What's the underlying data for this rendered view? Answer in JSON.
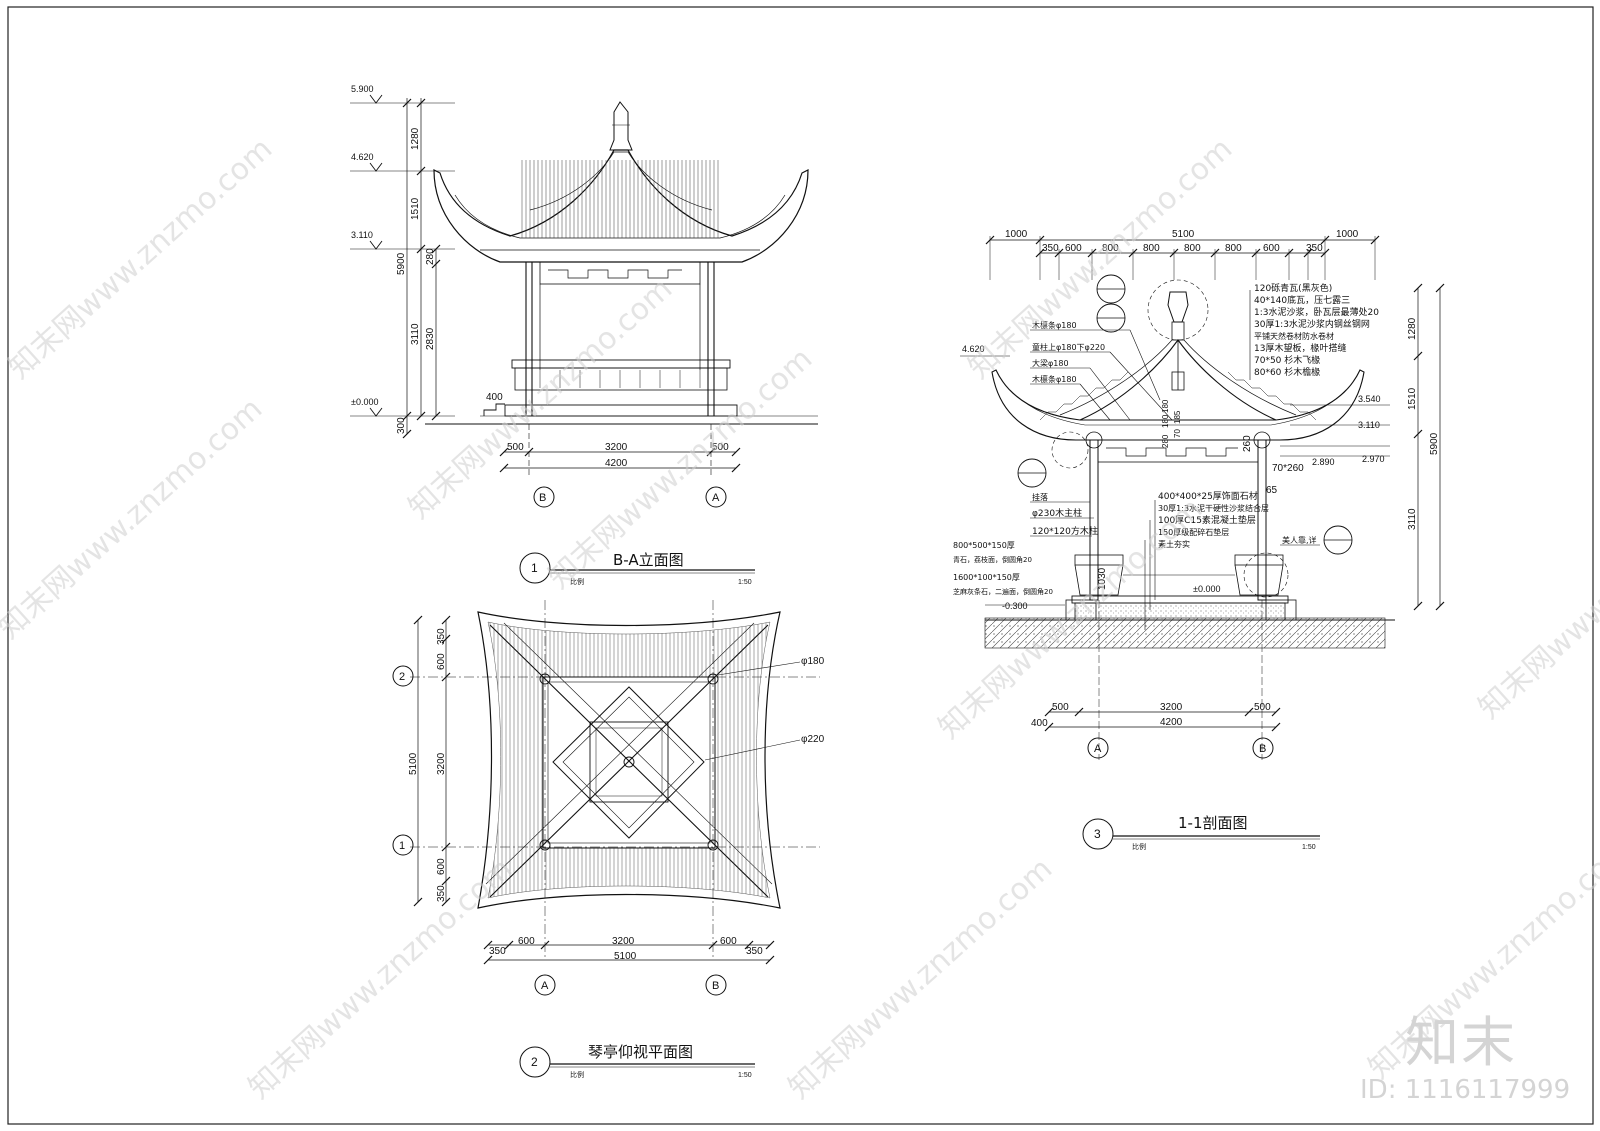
{
  "drawing": {
    "elevation": {
      "number": "1",
      "title": "B-A立面图",
      "scale_label": "比例",
      "scale": "1:50",
      "levels": [
        "5.900",
        "4.620",
        "3.110",
        "±0.000"
      ],
      "vertical_dims": [
        "1280",
        "1510",
        "5900",
        "280",
        "3110",
        "2830",
        "300"
      ],
      "step_dim": "400",
      "horizontal_dims": [
        "500",
        "3200",
        "500",
        "4200"
      ],
      "axes": [
        "B",
        "A"
      ]
    },
    "plan": {
      "number": "2",
      "title": "琴亭仰视平面图",
      "scale_label": "比例",
      "scale": "1:50",
      "axes_left": [
        "2",
        "1"
      ],
      "vertical_dims": [
        "350",
        "600",
        "5100",
        "3200",
        "600",
        "350"
      ],
      "callouts": [
        "φ180",
        "φ220"
      ],
      "horizontal_dims": [
        "350",
        "600",
        "3200",
        "600",
        "350",
        "5100"
      ],
      "axes_bottom": [
        "A",
        "B"
      ]
    },
    "section": {
      "number": "3",
      "title": "1-1剖面图",
      "scale_label": "比例",
      "scale": "1:50",
      "top_dims": [
        "1000",
        "5100",
        "1000",
        "350",
        "600",
        "800",
        "800",
        "800",
        "800",
        "600",
        "350"
      ],
      "roof_notes": [
        "120砾青瓦(黑灰色)",
        "40*140底瓦，压七露三",
        "1:3水泥沙浆，卧瓦层最薄处20",
        "30厚1:3水泥沙浆内钢丝钢网",
        "平铺天然卷材防水卷材",
        "13厚木望板，椽叶搭缝",
        "70*50 杉木飞椽",
        "80*60 杉木檐椽"
      ],
      "left_notes": [
        "木檩条φ180",
        "童柱上φ180下φ220",
        "大梁φ180",
        "木檩条φ180",
        "挂落",
        "φ230木主柱",
        "120*120方木柱"
      ],
      "base_notes": [
        "800*500*150厚",
        "青石，荔枝面，倒圆角20",
        "1600*100*150厚",
        "芝麻灰条石，二遍面，倒圆角20"
      ],
      "floor_notes": [
        "400*400*25厚饰面石材",
        "30厚1:3水泥干硬性沙浆结合层",
        "100厚C15素混凝土垫层",
        "150厚级配碎石垫层",
        "素土夯实"
      ],
      "seat_note": "美人靠,详",
      "levels": [
        "4.620",
        "3.540",
        "3.110",
        "2.970",
        "2.890",
        "±0.000",
        "-0.300"
      ],
      "right_dims": [
        "1280",
        "1510",
        "5900",
        "3110"
      ],
      "inner_dims": [
        "280",
        "180",
        "180",
        "70",
        "185",
        "260",
        "70*260",
        "65",
        "1030"
      ],
      "bottom_dims": [
        "500",
        "3200",
        "500",
        "400",
        "4200"
      ],
      "axes": [
        "A",
        "B"
      ]
    }
  },
  "watermark": {
    "text": "知末网www.znzmo.com",
    "brand": "知末",
    "id": "ID: 1116117999"
  }
}
